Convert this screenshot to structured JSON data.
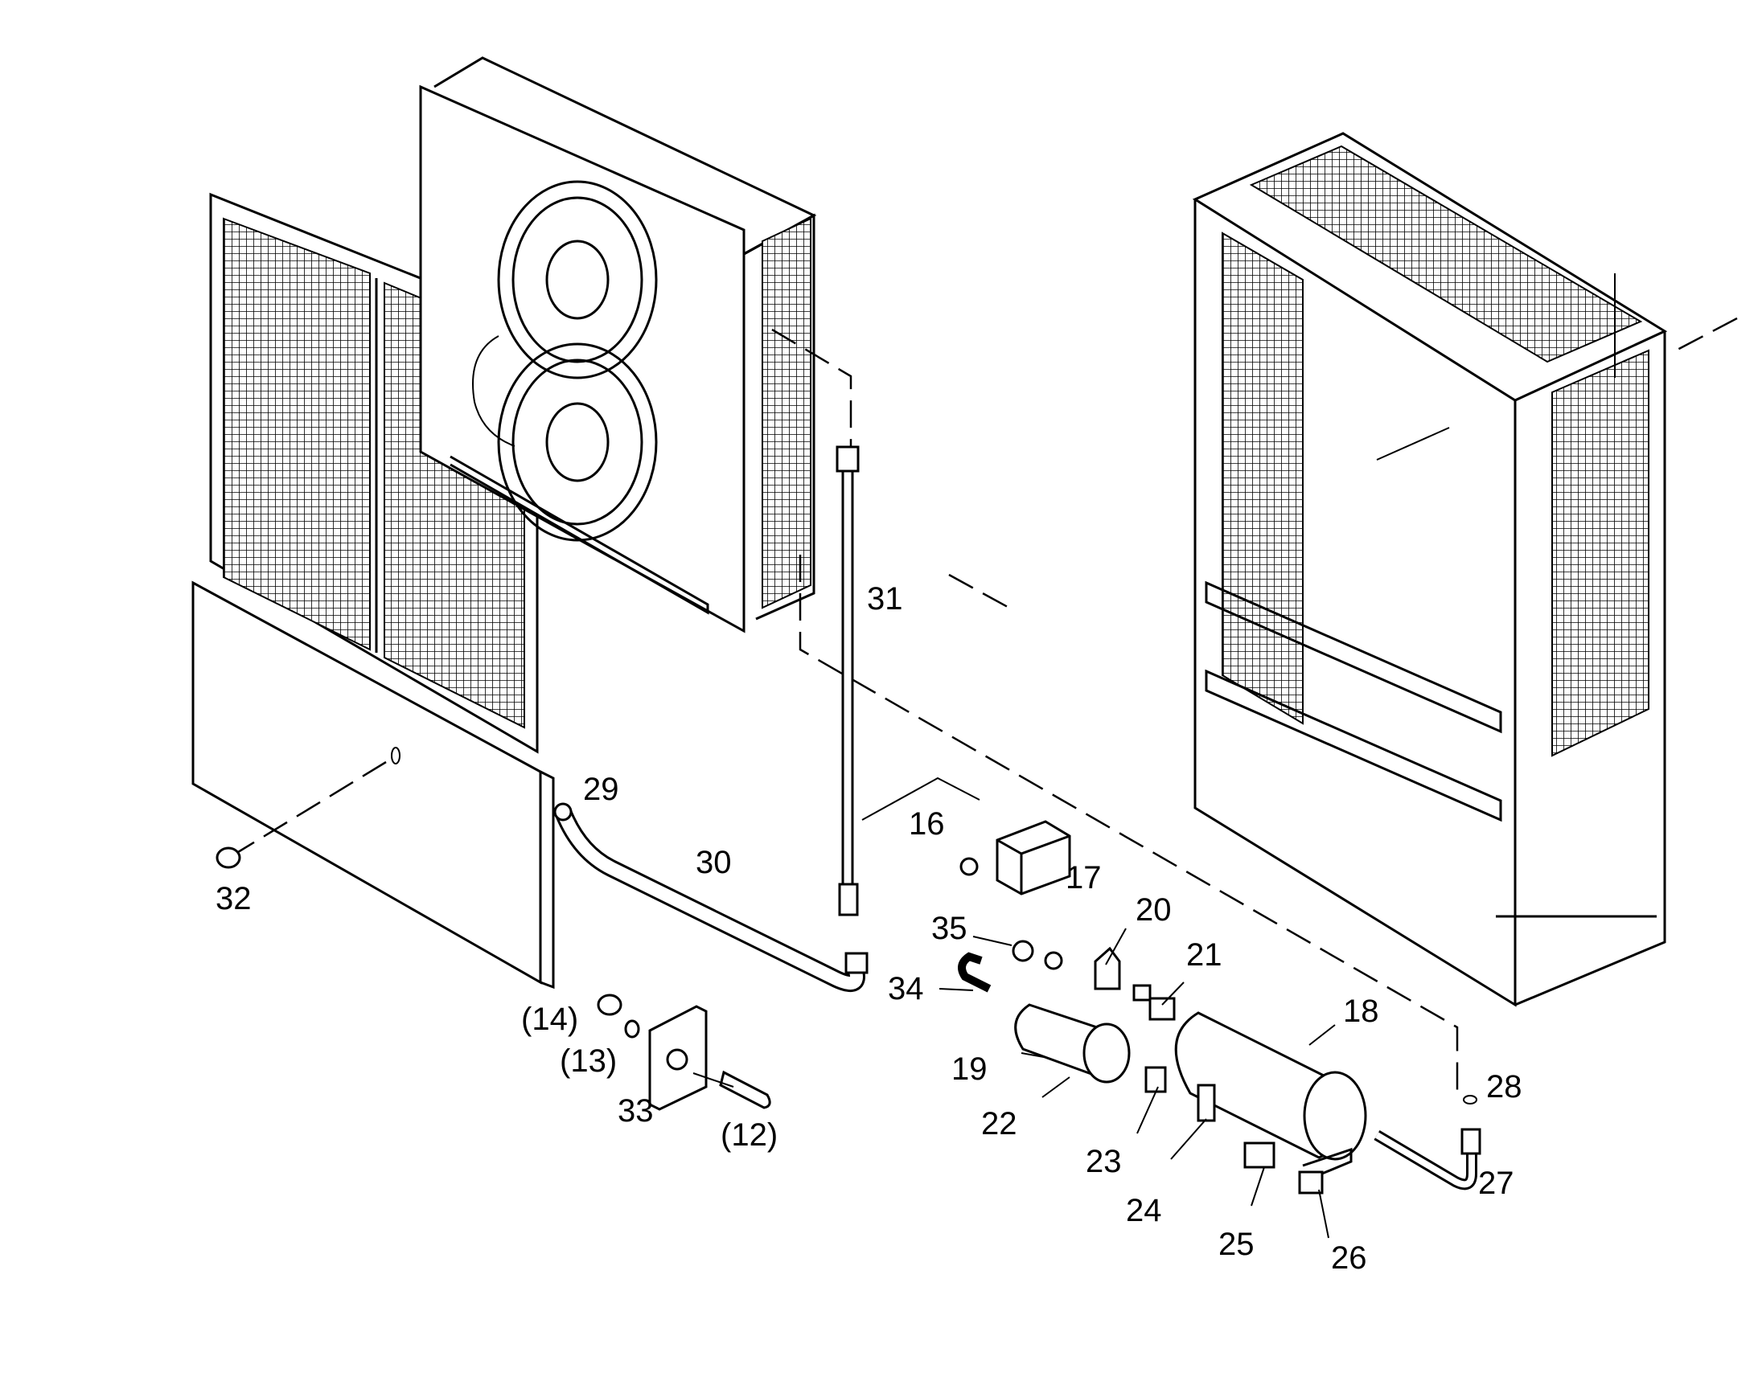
{
  "callouts": [
    {
      "id": "c16",
      "text": "16"
    },
    {
      "id": "c17",
      "text": "17"
    },
    {
      "id": "c18",
      "text": "18"
    },
    {
      "id": "c19",
      "text": "19"
    },
    {
      "id": "c20",
      "text": "20"
    },
    {
      "id": "c21",
      "text": "21"
    },
    {
      "id": "c22",
      "text": "22"
    },
    {
      "id": "c23",
      "text": "23"
    },
    {
      "id": "c24",
      "text": "24"
    },
    {
      "id": "c25",
      "text": "25"
    },
    {
      "id": "c26",
      "text": "26"
    },
    {
      "id": "c27",
      "text": "27"
    },
    {
      "id": "c28",
      "text": "28"
    },
    {
      "id": "c29",
      "text": "29"
    },
    {
      "id": "c30",
      "text": "30"
    },
    {
      "id": "c31",
      "text": "31"
    },
    {
      "id": "c32",
      "text": "32"
    },
    {
      "id": "c33",
      "text": "33"
    },
    {
      "id": "c34",
      "text": "34"
    },
    {
      "id": "c35",
      "text": "35"
    },
    {
      "id": "c12",
      "text": "(12)"
    },
    {
      "id": "c13",
      "text": "(13)"
    },
    {
      "id": "c14",
      "text": "(14)"
    }
  ]
}
